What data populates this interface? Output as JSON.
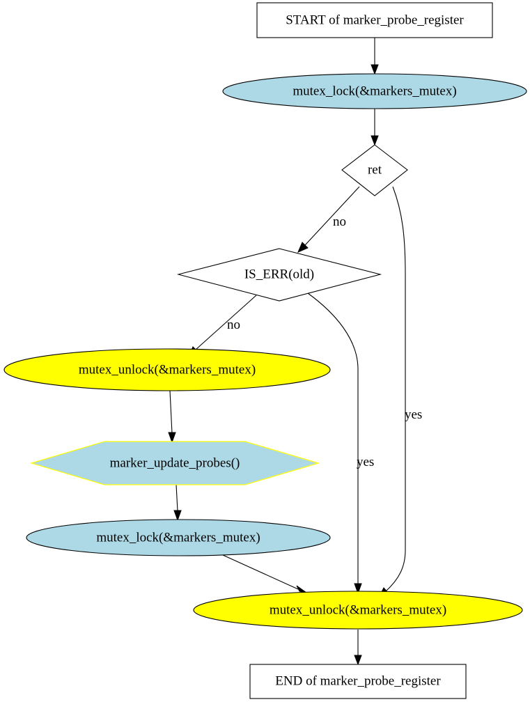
{
  "nodes": {
    "start": {
      "label": "START of marker_probe_register"
    },
    "lock1": {
      "label": "mutex_lock(&markers_mutex)"
    },
    "ret": {
      "label": "ret"
    },
    "is_err": {
      "label": "IS_ERR(old)"
    },
    "unlock1": {
      "label": "mutex_unlock(&markers_mutex)"
    },
    "update": {
      "label": "marker_update_probes()"
    },
    "lock2": {
      "label": "mutex_lock(&markers_mutex)"
    },
    "unlock2": {
      "label": "mutex_unlock(&markers_mutex)"
    },
    "end": {
      "label": "END of marker_probe_register"
    }
  },
  "edges": {
    "ret_no": {
      "label": "no"
    },
    "ret_yes": {
      "label": "yes"
    },
    "is_err_no": {
      "label": "no"
    },
    "is_err_yes": {
      "label": "yes"
    }
  },
  "colors": {
    "light_blue": "#add8e6",
    "yellow": "#ffff00",
    "stroke": "#000000",
    "hexagon_stroke": "#ffff00"
  }
}
